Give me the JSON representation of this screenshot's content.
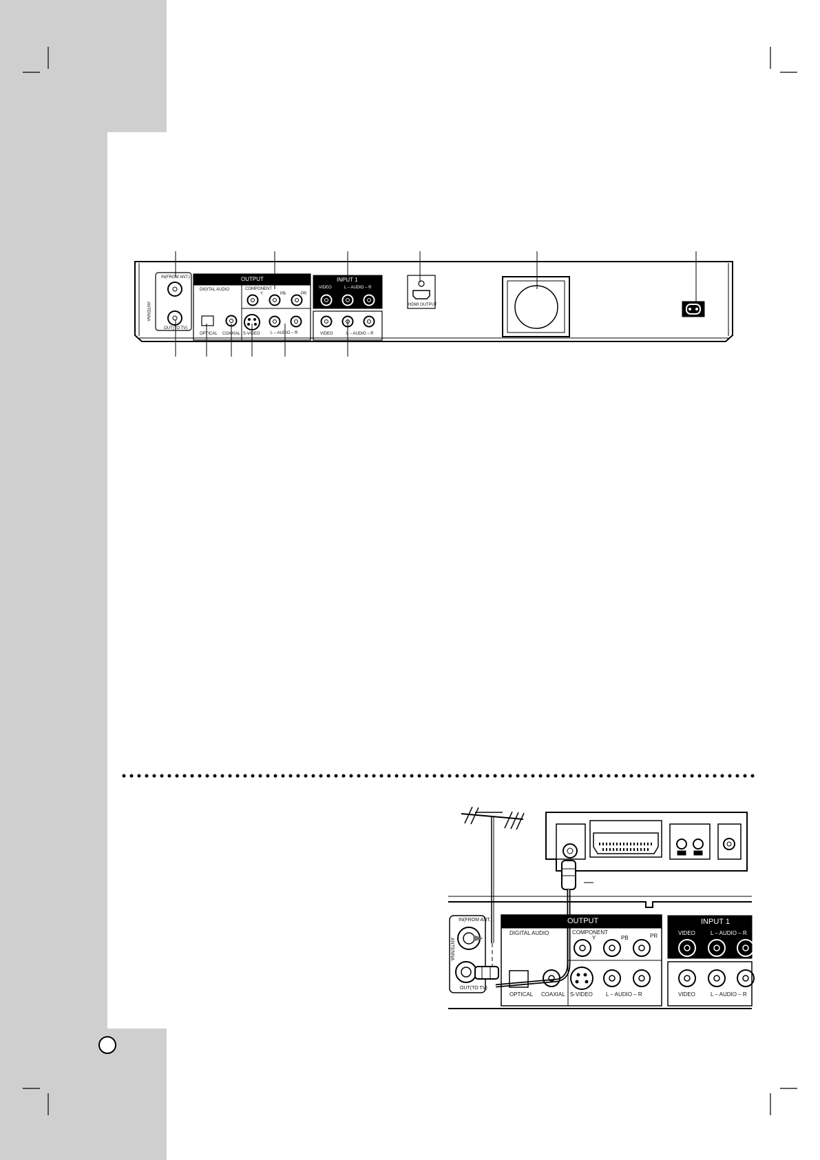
{
  "rear_panel": {
    "antenna_label": "ANTENNA",
    "in_from_ant": "IN(FROM ANT.)",
    "out_to_tv": "OUT(TO TV)",
    "output_title": "OUTPUT",
    "digital_audio": "DIGITAL AUDIO",
    "component": "COMPONENT",
    "y": "Y",
    "pb": "PB",
    "pr": "PR",
    "optical": "OPTICAL",
    "coaxial": "COAXIAL",
    "s_video": "S-VIDEO",
    "audio_lr": "L – AUDIO – R",
    "input1_title": "INPUT 1",
    "video": "VIDEO",
    "hdmi_output": "HDMI OUTPUT"
  },
  "connection_diagram": {
    "antenna_label": "ANTENNA",
    "in_from_ant": "IN(FROM ANT.)",
    "out_to_tv": "OUT(TO TV)",
    "output_title": "OUTPUT",
    "digital_audio": "DIGITAL AUDIO",
    "component": "COMPONENT",
    "y": "Y",
    "pb": "PB",
    "pr": "PR",
    "optical": "OPTICAL",
    "coaxial": "COAXIAL",
    "s_video": "S-VIDEO",
    "audio_lr": "L – AUDIO – R",
    "input1_title": "INPUT 1",
    "video": "VIDEO"
  }
}
